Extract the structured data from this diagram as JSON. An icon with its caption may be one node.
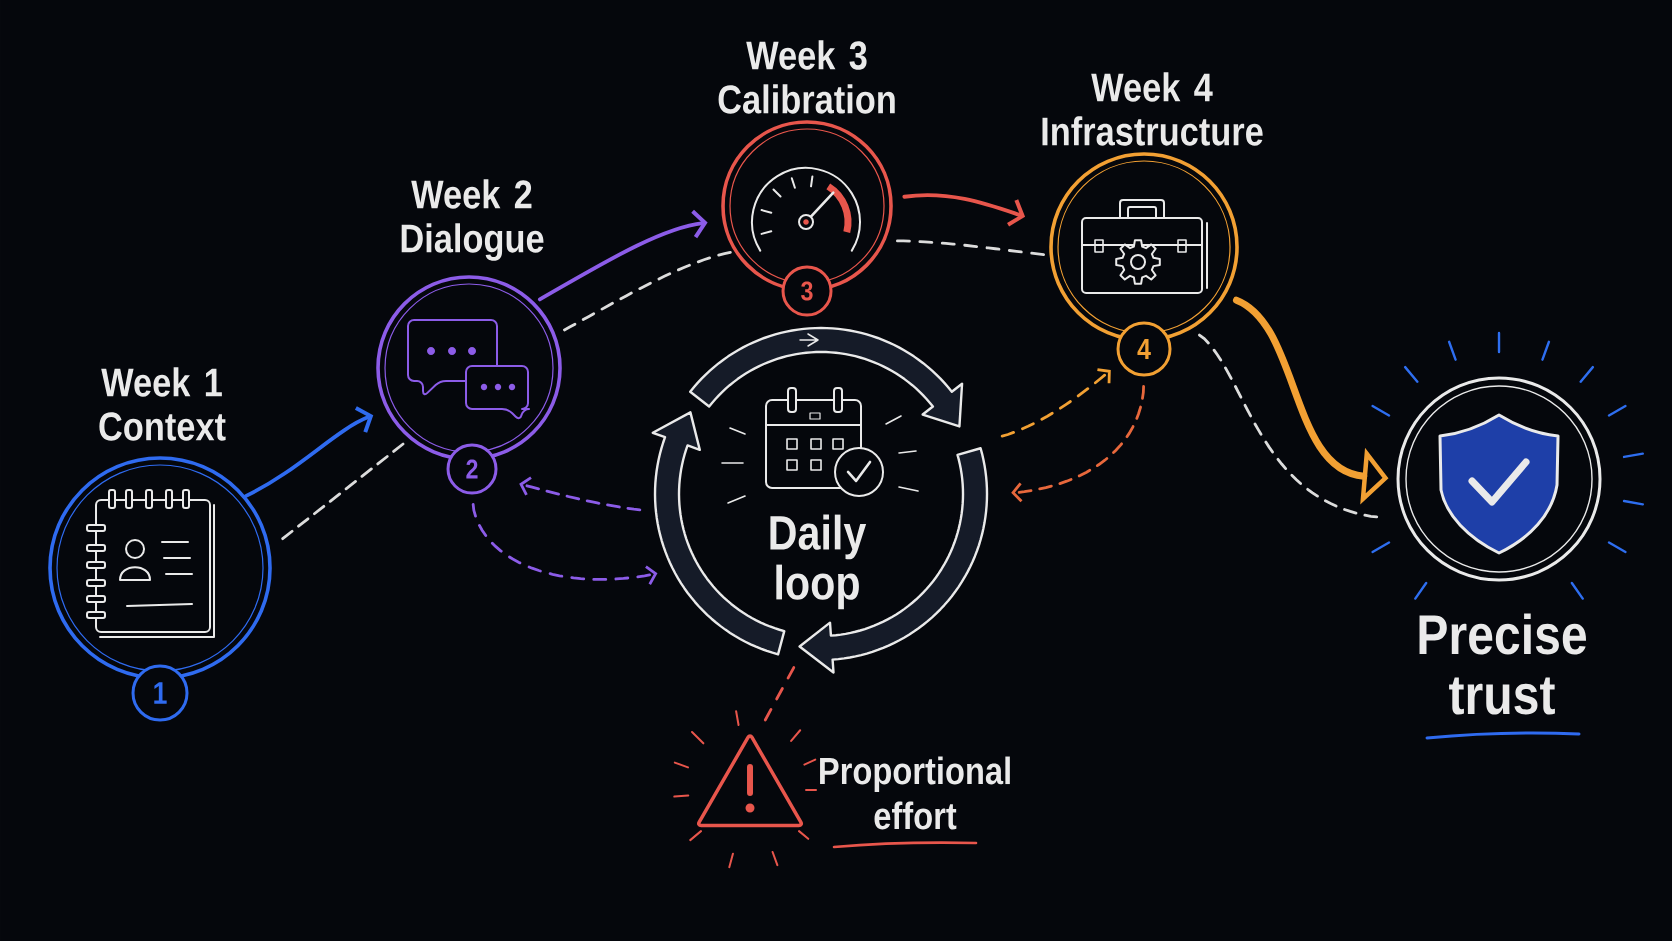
{
  "diagram": {
    "nodes": [
      {
        "text": [
          "Week 1 Context"
        ]
      },
      {
        "text": [
          "1"
        ]
      },
      {
        "text": [
          "Week 2 Dialogue"
        ]
      },
      {
        "text": [
          "2"
        ]
      },
      {
        "text": [
          "Week 3 Calibration"
        ]
      },
      {
        "text": [
          "3"
        ]
      },
      {
        "text": [
          "Week 4 Infrastructure"
        ]
      },
      {
        "text": [
          "4"
        ]
      },
      {
        "text": [
          "Daily loop"
        ]
      },
      {
        "text": [
          "Precise trust"
        ]
      },
      {
        "text": [
          "Proportional effort"
        ]
      }
    ],
    "edges": [
      {
        "from": 0,
        "to": 2,
        "arrow": "to",
        "color": "#2f6bf0"
      },
      {
        "from": 0,
        "to": 2,
        "arrow": "none",
        "style": "dashed"
      },
      {
        "from": 2,
        "to": 4,
        "arrow": "to",
        "color": "#8c5ce8"
      },
      {
        "from": 2,
        "to": 4,
        "arrow": "none",
        "style": "dashed"
      },
      {
        "from": 4,
        "to": 6,
        "arrow": "to",
        "color": "#e8564c"
      },
      {
        "from": 4,
        "to": 6,
        "arrow": "none",
        "style": "dashed"
      },
      {
        "from": 6,
        "to": 9,
        "arrow": "to",
        "style": "thick",
        "color": "#f2a033"
      },
      {
        "from": 6,
        "to": 9,
        "arrow": "none",
        "style": "dashed"
      },
      {
        "from": 8,
        "to": 3,
        "arrow": "to",
        "style": "dashed",
        "color": "#8c5ce8"
      },
      {
        "from": 3,
        "to": 8,
        "arrow": "to",
        "style": "dashed",
        "color": "#8c5ce8"
      },
      {
        "from": 8,
        "to": 7,
        "arrow": "to",
        "style": "dashed",
        "color": "#f2a033"
      },
      {
        "from": 7,
        "to": 8,
        "arrow": "to",
        "style": "dashed",
        "color": "#e8683c"
      },
      {
        "from": 8,
        "to": 10,
        "arrow": "none",
        "style": "dashed",
        "color": "#e8564c"
      }
    ]
  }
}
